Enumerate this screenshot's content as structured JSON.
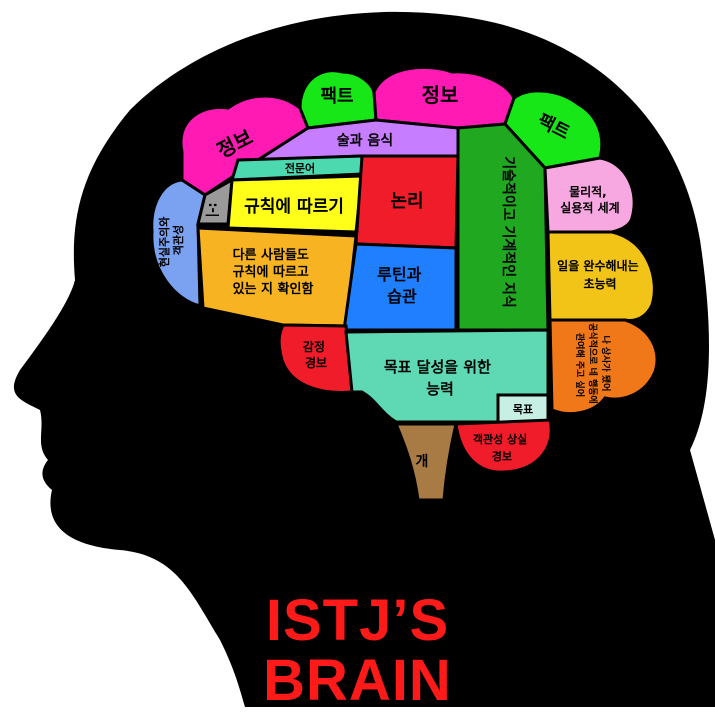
{
  "colors": {
    "head": "#000000",
    "background": "#ffffff",
    "title": "#ff1a1a"
  },
  "regions": {
    "info_left": "정보",
    "fact_left": "팩트",
    "info_top": "정보",
    "fact_right": "팩트",
    "food": "술과 음식",
    "expertise": "전문어",
    "emoji": ":-|",
    "follow_rules": "규칙에 따르기",
    "logic": "논리",
    "tech_knowledge": "기술적이고 기계적인 지식",
    "physical_world": [
      "물리적,",
      "실용적 세계"
    ],
    "realism_objectivity": [
      "현실주의와",
      "객관성"
    ],
    "check_rules": [
      "다른 사람들도",
      "규칙에 따르고",
      "있는 지 확인함"
    ],
    "routine_habit": [
      "루틴과",
      "습관"
    ],
    "superpower": [
      "일을 완수해내는",
      "초능력"
    ],
    "emotion_alarm": [
      "감정",
      "경보"
    ],
    "goal_ability": [
      "목표 달성을 위한",
      "능력"
    ],
    "boss_feedback": [
      "나 상사가 됐어",
      "공식적으로 네 행동에",
      "관여해 주고 싶어"
    ],
    "goal": "목표",
    "dog": "개",
    "objectivity_alarm": [
      "객관성 상실",
      "경보"
    ]
  },
  "title": {
    "line1": "ISTJ’S",
    "line2": "BRAIN"
  }
}
